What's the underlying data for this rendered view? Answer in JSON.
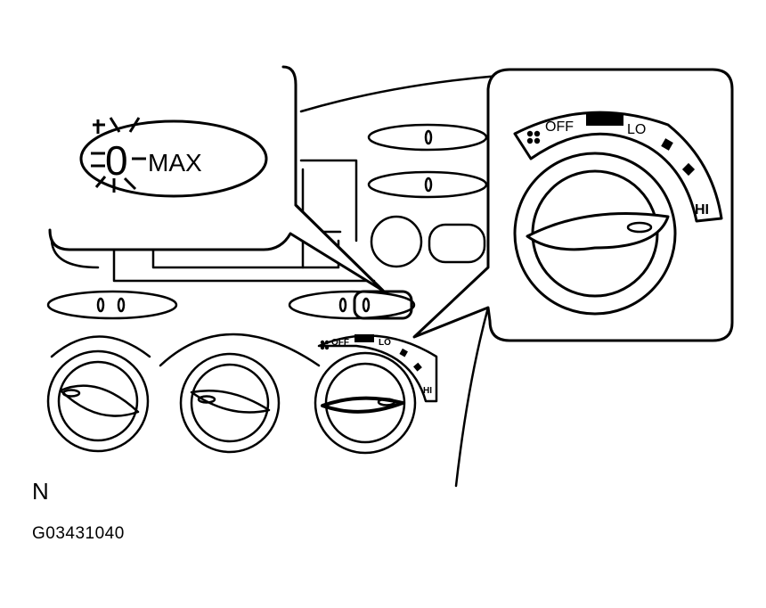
{
  "display": {
    "digit": "0",
    "max_label": "MAX"
  },
  "fan_dial": {
    "off": "OFF",
    "lo": "LO",
    "hi": "HI"
  },
  "caption": {
    "orientation": "N",
    "figure_id": "G03431040"
  },
  "colors": {
    "ink": "#000000",
    "paper": "#ffffff"
  },
  "icons": [
    "fan-icon",
    "fan-speed-bar-icon",
    "blink-rays-icon"
  ]
}
